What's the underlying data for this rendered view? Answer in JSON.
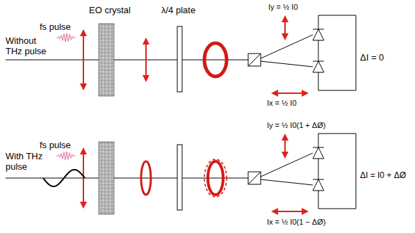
{
  "diagram": {
    "labels": [
      "EO crystal",
      "λ/4 plate",
      "Iy = ½ I0",
      "fs pulse",
      "Without THz pulse",
      "ΔI = 0",
      "Ix = ½ I0",
      "fs pulse",
      "With THz pulse",
      "Iy = ½ I0(1 + ΔØ)",
      "ΔI = I0 + ΔØ",
      "Ix = ½ I0(1 − ΔØ)"
    ]
  }
}
